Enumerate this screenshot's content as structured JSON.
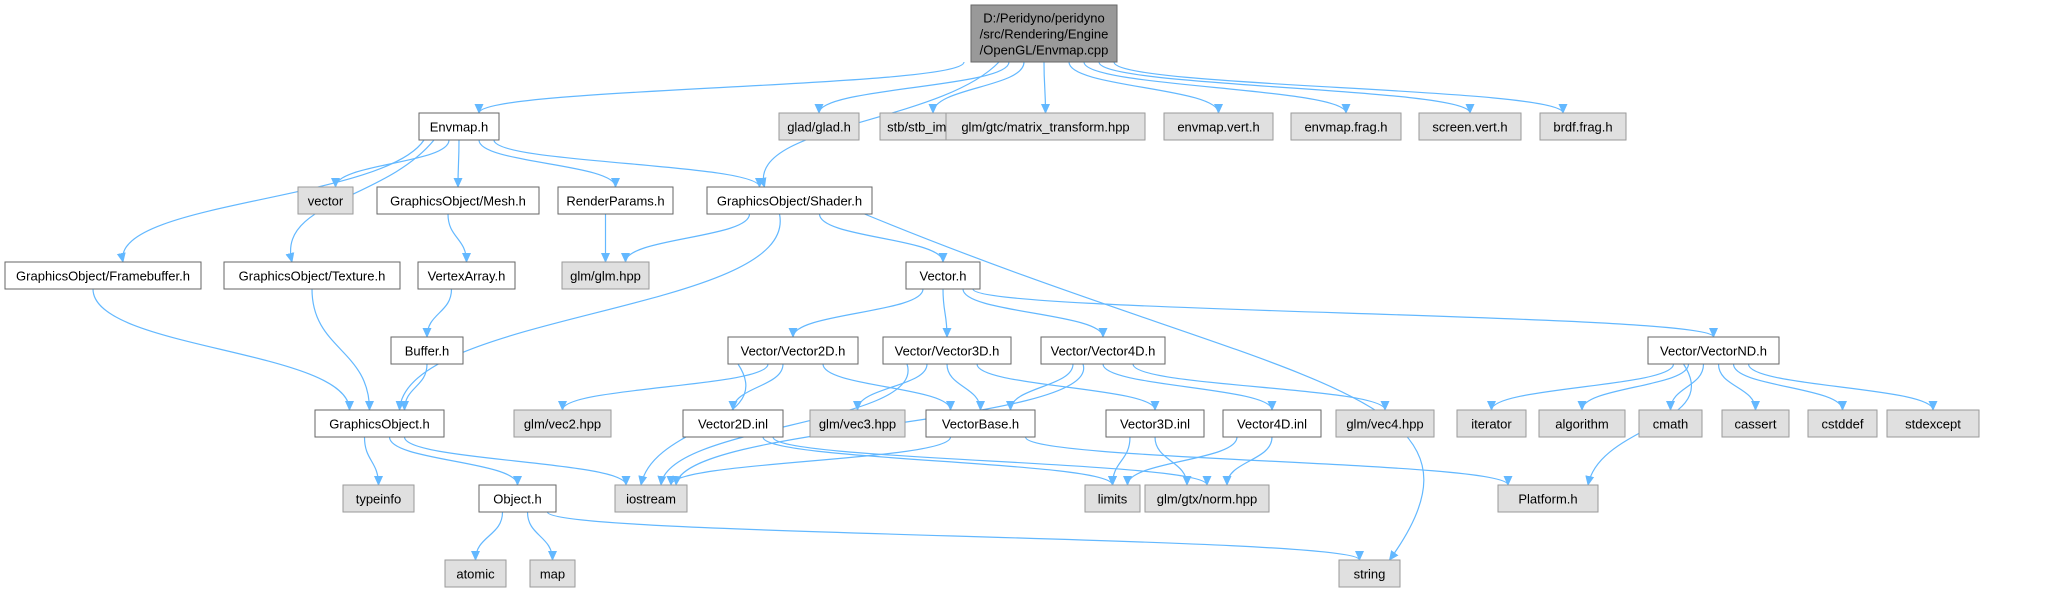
{
  "title_node": {
    "lines": [
      "D:/Peridyno/peridyno",
      "/src/Rendering/Engine",
      "/OpenGL/Envmap.cpp"
    ]
  },
  "colors": {
    "edge": "#63b8ff",
    "root_fill": "#999999",
    "documented_fill": "#ffffff",
    "external_fill": "#e0e0e0",
    "border_dark": "#666666",
    "border_light": "#999999",
    "text": "#000000"
  },
  "nodes": {
    "envmap_h": "Envmap.h",
    "glad": "glad/glad.h",
    "stb_image": "stb/stb_image.h",
    "matrix_transform": "glm/gtc/matrix_transform.hpp",
    "envmap_vert": "envmap.vert.h",
    "envmap_frag": "envmap.frag.h",
    "screen_vert": "screen.vert.h",
    "brdf_frag": "brdf.frag.h",
    "vector": "vector",
    "mesh": "GraphicsObject/Mesh.h",
    "render_params": "RenderParams.h",
    "shader": "GraphicsObject/Shader.h",
    "framebuffer": "GraphicsObject/Framebuffer.h",
    "texture": "GraphicsObject/Texture.h",
    "glm_hpp": "glm/glm.hpp",
    "vertex_array": "VertexArray.h",
    "vector_h": "Vector.h",
    "buffer": "Buffer.h",
    "vector2d": "Vector/Vector2D.h",
    "vector3d": "Vector/Vector3D.h",
    "vector4d": "Vector/Vector4D.h",
    "vectornd": "Vector/VectorND.h",
    "graphics_object": "GraphicsObject.h",
    "vec2": "glm/vec2.hpp",
    "vector2d_inl": "Vector2D.inl",
    "vec3": "glm/vec3.hpp",
    "vector_base": "VectorBase.h",
    "vector3d_inl": "Vector3D.inl",
    "vector4d_inl": "Vector4D.inl",
    "vec4": "glm/vec4.hpp",
    "iterator": "iterator",
    "algorithm": "algorithm",
    "cmath": "cmath",
    "cassert": "cassert",
    "cstddef": "cstddef",
    "stdexcept": "stdexcept",
    "typeinfo": "typeinfo",
    "object": "Object.h",
    "iostream": "iostream",
    "limits": "limits",
    "norm": "glm/gtx/norm.hpp",
    "platform": "Platform.h",
    "atomic": "atomic",
    "map": "map",
    "string": "string"
  }
}
